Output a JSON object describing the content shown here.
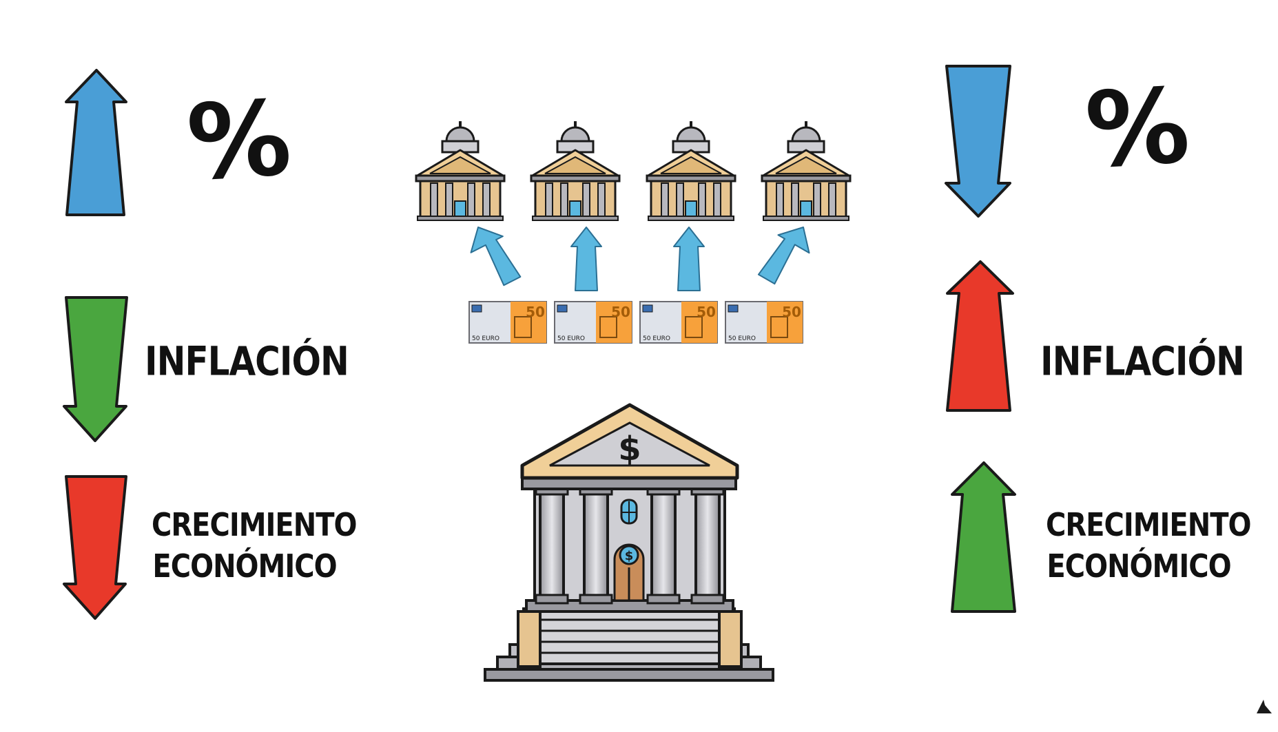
{
  "left": {
    "percent_symbol": "%",
    "inflation_label": "INFLACIÓN",
    "growth_label_line1": "CRECIMIENTO",
    "growth_label_line2": "ECONÓMICO",
    "percent_arrow": {
      "direction": "up",
      "color": "#4a9ed6"
    },
    "inflation_arrow": {
      "direction": "down",
      "color": "#4aa63f"
    },
    "growth_arrow": {
      "direction": "down",
      "color": "#e8392a"
    }
  },
  "right": {
    "percent_symbol": "%",
    "inflation_label": "INFLACIÓN",
    "growth_label_line1": "CRECIMIENTO",
    "growth_label_line2": "ECONÓMICO",
    "percent_arrow": {
      "direction": "down",
      "color": "#4a9ed6"
    },
    "inflation_arrow": {
      "direction": "up",
      "color": "#e8392a"
    },
    "growth_arrow": {
      "direction": "up",
      "color": "#4aa63f"
    }
  },
  "center": {
    "small_banks_count": 4,
    "banknote_value": "50",
    "banknote_caption": "50 EURO",
    "central_bank_symbol": "$",
    "door_symbol": "$",
    "flow_arrow_color": "#5bb8e0"
  },
  "colors": {
    "outline": "#1a1a1a",
    "roof": "#f0cf98",
    "stone": "#d9d9de",
    "banknote_orange": "#f7a13b"
  }
}
